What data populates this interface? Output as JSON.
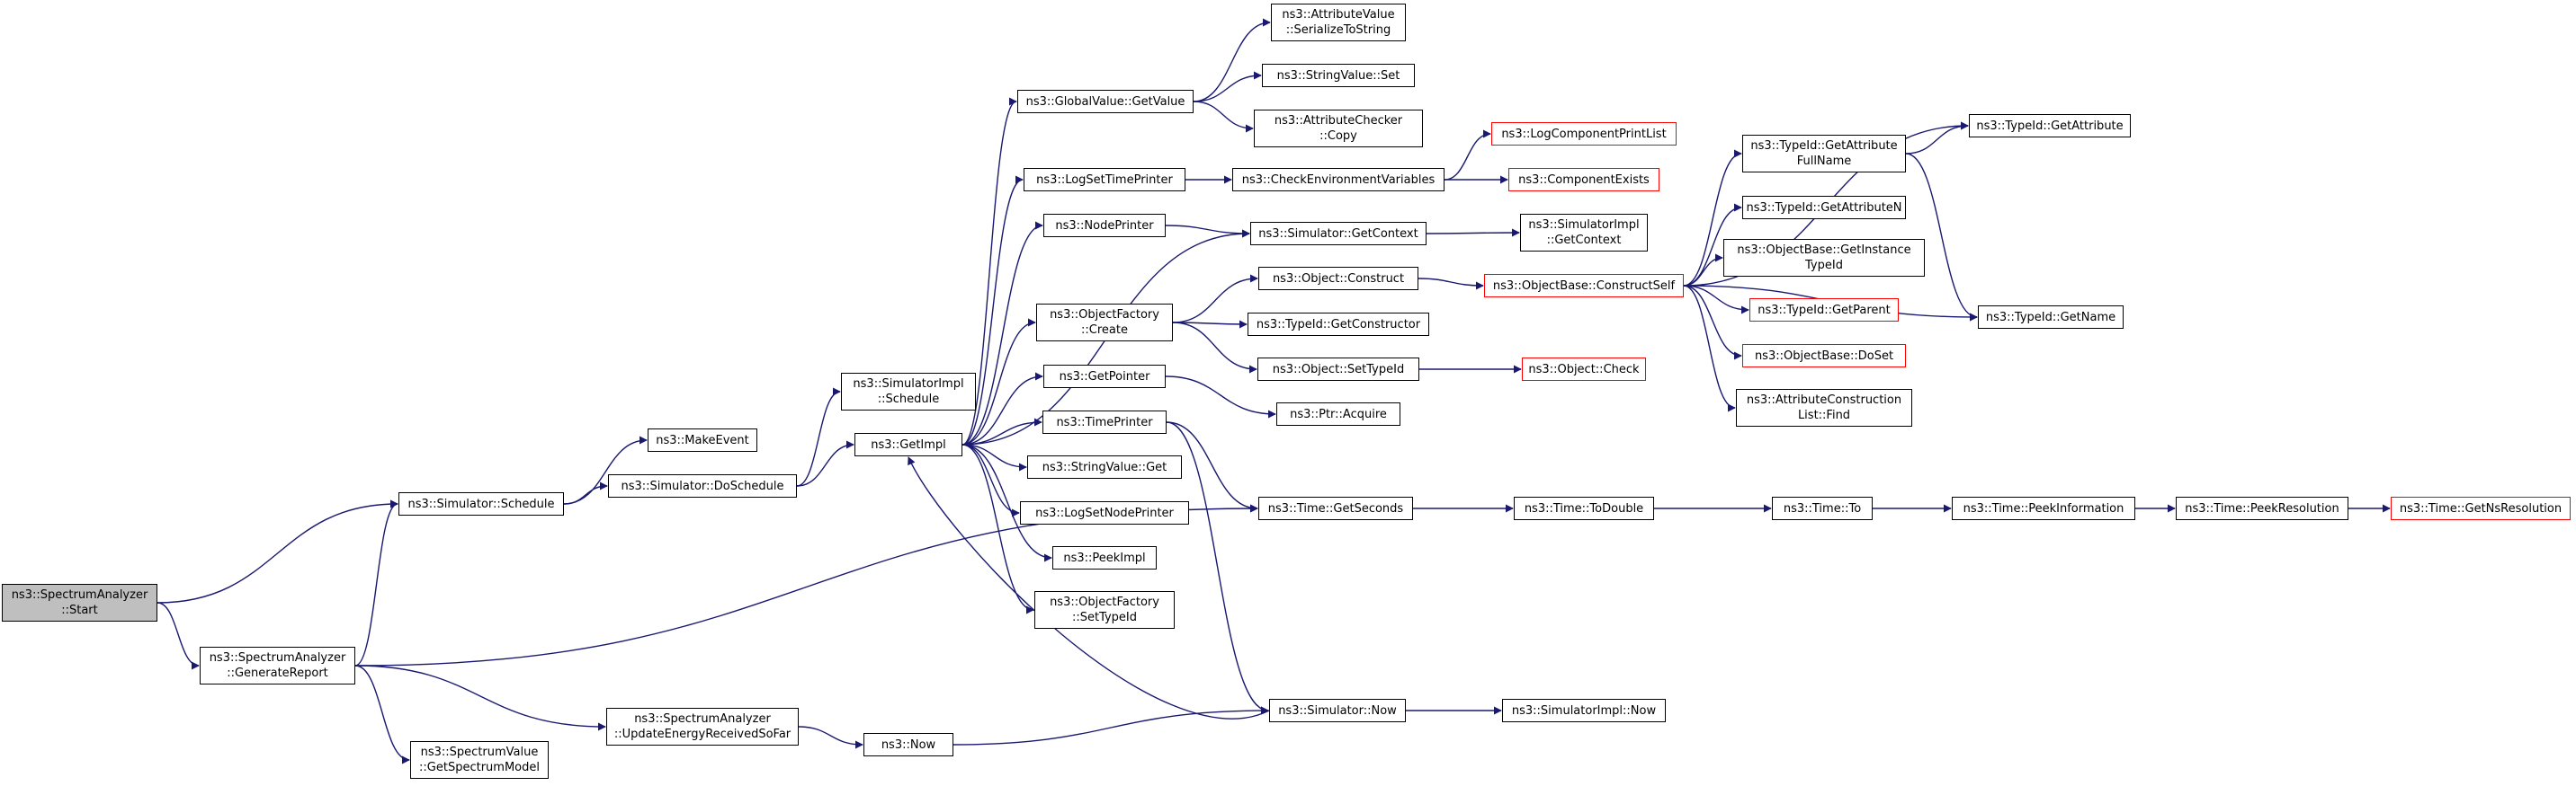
{
  "colors": {
    "edge": "#191970",
    "node_border": "#000000",
    "truncated_border": "#ff0000",
    "root_fill": "#bfbfbf"
  },
  "nodes": {
    "start": [
      "ns3::SpectrumAnalyzer",
      "::Start"
    ],
    "schedule": [
      "ns3::Simulator::Schedule"
    ],
    "generate_report": [
      "ns3::SpectrumAnalyzer",
      "::GenerateReport"
    ],
    "make_event": [
      "ns3::MakeEvent"
    ],
    "do_schedule": [
      "ns3::Simulator::DoSchedule"
    ],
    "get_spectrum_model": [
      "ns3::SpectrumValue",
      "::GetSpectrumModel"
    ],
    "update_energy": [
      "ns3::SpectrumAnalyzer",
      "::UpdateEnergyReceivedSoFar"
    ],
    "simimpl_schedule": [
      "ns3::SimulatorImpl",
      "::Schedule"
    ],
    "get_impl": [
      "ns3::GetImpl"
    ],
    "now": [
      "ns3::Now"
    ],
    "global_get_value": [
      "ns3::GlobalValue::GetValue"
    ],
    "log_set_time_printer": [
      "ns3::LogSetTimePrinter"
    ],
    "node_printer": [
      "ns3::NodePrinter"
    ],
    "object_factory_create": [
      "ns3::ObjectFactory",
      "::Create"
    ],
    "get_pointer": [
      "ns3::GetPointer"
    ],
    "time_printer": [
      "ns3::TimePrinter"
    ],
    "string_value_get": [
      "ns3::StringValue::Get"
    ],
    "log_set_node_printer": [
      "ns3::LogSetNodePrinter"
    ],
    "peek_impl": [
      "ns3::PeekImpl"
    ],
    "object_factory_set_typeid": [
      "ns3::ObjectFactory",
      "::SetTypeId"
    ],
    "attr_value_serialize": [
      "ns3::AttributeValue",
      "::SerializeToString"
    ],
    "string_value_set": [
      "ns3::StringValue::Set"
    ],
    "attr_checker_copy": [
      "ns3::AttributeChecker",
      "::Copy"
    ],
    "check_env_vars": [
      "ns3::CheckEnvironmentVariables"
    ],
    "sim_get_context": [
      "ns3::Simulator::GetContext"
    ],
    "object_construct": [
      "ns3::Object::Construct"
    ],
    "typeid_get_constructor": [
      "ns3::TypeId::GetConstructor"
    ],
    "object_set_typeid": [
      "ns3::Object::SetTypeId"
    ],
    "ptr_acquire": [
      "ns3::Ptr::Acquire"
    ],
    "time_get_seconds": [
      "ns3::Time::GetSeconds"
    ],
    "sim_now": [
      "ns3::Simulator::Now"
    ],
    "log_component_print_list": [
      "ns3::LogComponentPrintList"
    ],
    "component_exists": [
      "ns3::ComponentExists"
    ],
    "simimpl_get_context": [
      "ns3::SimulatorImpl",
      "::GetContext"
    ],
    "objectbase_construct_self": [
      "ns3::ObjectBase::ConstructSelf"
    ],
    "object_check": [
      "ns3::Object::Check"
    ],
    "time_to_double": [
      "ns3::Time::ToDouble"
    ],
    "simimpl_now": [
      "ns3::SimulatorImpl::Now"
    ],
    "typeid_get_attr_fullname": [
      "ns3::TypeId::GetAttribute",
      "FullName"
    ],
    "typeid_get_attr_n": [
      "ns3::TypeId::GetAttributeN"
    ],
    "objectbase_get_instance_typeid": [
      "ns3::ObjectBase::GetInstance",
      "TypeId"
    ],
    "typeid_get_parent": [
      "ns3::TypeId::GetParent"
    ],
    "objectbase_doset": [
      "ns3::ObjectBase::DoSet"
    ],
    "attr_construction_list_find": [
      "ns3::AttributeConstruction",
      "List::Find"
    ],
    "time_to": [
      "ns3::Time::To"
    ],
    "typeid_get_attribute": [
      "ns3::TypeId::GetAttribute"
    ],
    "typeid_get_name": [
      "ns3::TypeId::GetName"
    ],
    "time_peek_information": [
      "ns3::Time::PeekInformation"
    ],
    "time_peek_resolution": [
      "ns3::Time::PeekResolution"
    ],
    "time_get_ns_resolution": [
      "ns3::Time::GetNsResolution"
    ]
  },
  "truncated_nodes": [
    "log_component_print_list",
    "component_exists",
    "objectbase_construct_self",
    "object_check",
    "typeid_get_parent",
    "objectbase_doset",
    "time_get_ns_resolution"
  ],
  "edges": [
    [
      "start",
      "schedule"
    ],
    [
      "start",
      "generate_report"
    ],
    [
      "schedule",
      "make_event"
    ],
    [
      "schedule",
      "do_schedule"
    ],
    [
      "generate_report",
      "schedule"
    ],
    [
      "generate_report",
      "get_spectrum_model"
    ],
    [
      "generate_report",
      "update_energy"
    ],
    [
      "generate_report",
      "time_get_seconds"
    ],
    [
      "do_schedule",
      "simimpl_schedule"
    ],
    [
      "do_schedule",
      "get_impl"
    ],
    [
      "update_energy",
      "now"
    ],
    [
      "now",
      "sim_now"
    ],
    [
      "sim_now",
      "get_impl"
    ],
    [
      "sim_now",
      "simimpl_now"
    ],
    [
      "get_impl",
      "global_get_value"
    ],
    [
      "get_impl",
      "log_set_time_printer"
    ],
    [
      "get_impl",
      "node_printer"
    ],
    [
      "get_impl",
      "sim_get_context"
    ],
    [
      "get_impl",
      "object_factory_create"
    ],
    [
      "get_impl",
      "get_pointer"
    ],
    [
      "get_impl",
      "time_printer"
    ],
    [
      "get_impl",
      "string_value_get"
    ],
    [
      "get_impl",
      "log_set_node_printer"
    ],
    [
      "get_impl",
      "peek_impl"
    ],
    [
      "get_impl",
      "object_factory_set_typeid"
    ],
    [
      "global_get_value",
      "attr_value_serialize"
    ],
    [
      "global_get_value",
      "string_value_set"
    ],
    [
      "global_get_value",
      "attr_checker_copy"
    ],
    [
      "log_set_time_printer",
      "check_env_vars"
    ],
    [
      "check_env_vars",
      "log_component_print_list"
    ],
    [
      "check_env_vars",
      "component_exists"
    ],
    [
      "node_printer",
      "sim_get_context"
    ],
    [
      "sim_get_context",
      "simimpl_get_context"
    ],
    [
      "object_factory_create",
      "object_construct"
    ],
    [
      "object_factory_create",
      "typeid_get_constructor"
    ],
    [
      "object_factory_create",
      "object_set_typeid"
    ],
    [
      "object_construct",
      "objectbase_construct_self"
    ],
    [
      "object_set_typeid",
      "object_check"
    ],
    [
      "get_pointer",
      "ptr_acquire"
    ],
    [
      "time_printer",
      "time_get_seconds"
    ],
    [
      "time_printer",
      "sim_now"
    ],
    [
      "time_get_seconds",
      "time_to_double"
    ],
    [
      "time_to_double",
      "time_to"
    ],
    [
      "time_to",
      "time_peek_information"
    ],
    [
      "time_peek_information",
      "time_peek_resolution"
    ],
    [
      "time_peek_resolution",
      "time_get_ns_resolution"
    ],
    [
      "objectbase_construct_self",
      "typeid_get_attribute"
    ],
    [
      "objectbase_construct_self",
      "typeid_get_attr_fullname"
    ],
    [
      "objectbase_construct_self",
      "typeid_get_attr_n"
    ],
    [
      "objectbase_construct_self",
      "objectbase_get_instance_typeid"
    ],
    [
      "objectbase_construct_self",
      "typeid_get_parent"
    ],
    [
      "objectbase_construct_self",
      "objectbase_doset"
    ],
    [
      "objectbase_construct_self",
      "attr_construction_list_find"
    ],
    [
      "objectbase_construct_self",
      "typeid_get_name"
    ],
    [
      "typeid_get_attr_fullname",
      "typeid_get_attribute"
    ],
    [
      "typeid_get_attr_fullname",
      "typeid_get_name"
    ]
  ]
}
